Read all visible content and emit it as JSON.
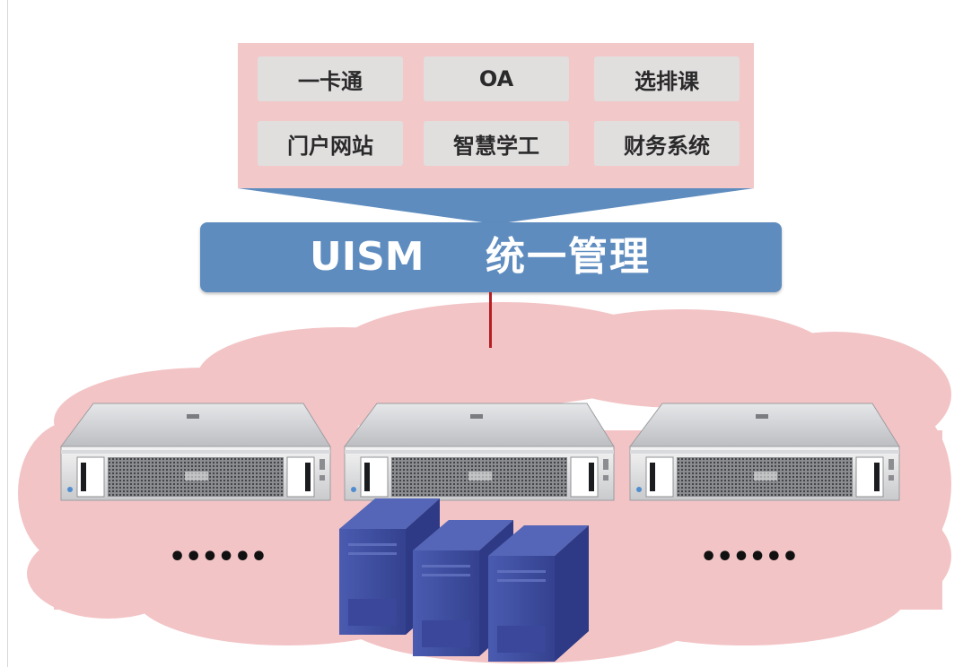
{
  "applications": [
    {
      "label": "一卡通"
    },
    {
      "label": "OA"
    },
    {
      "label": "选排课"
    },
    {
      "label": "门户网站"
    },
    {
      "label": "智慧学工"
    },
    {
      "label": "财务系统"
    }
  ],
  "management": {
    "name": "UISM",
    "label": "统一管理"
  },
  "ellipsis": {
    "left": "••••••",
    "right": "••••••"
  },
  "colors": {
    "app_panel": "#f2c8c9",
    "app_tile": "#e1dede",
    "management_bar": "#5e8cbf",
    "connector": "#b61e24",
    "cloud": "#f3c4c6",
    "tower_server": "#3d4c9f"
  },
  "icons": [
    "rack-server-icon",
    "tower-server-icon"
  ]
}
